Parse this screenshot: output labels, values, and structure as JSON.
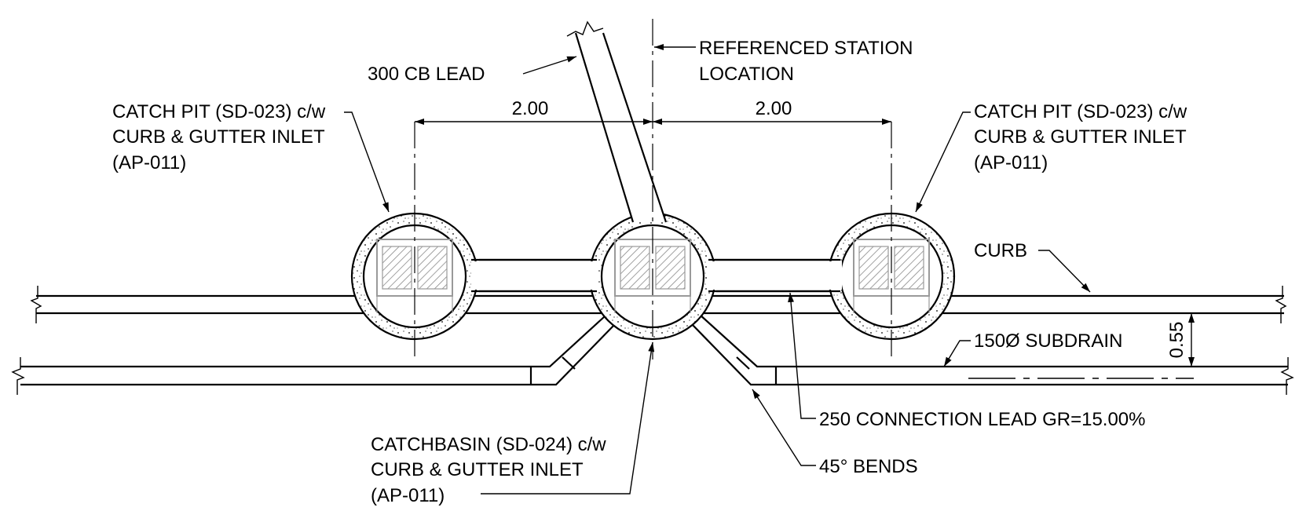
{
  "labels": {
    "cb_lead": "300 CB LEAD",
    "station_1": "REFERENCED STATION",
    "station_2": "LOCATION",
    "catch_pit_left": [
      "CATCH PIT (SD-023) c/w",
      "CURB & GUTTER INLET",
      "(AP-011)"
    ],
    "catch_pit_right": [
      "CATCH PIT (SD-023) c/w",
      "CURB & GUTTER INLET",
      "(AP-011)"
    ],
    "curb": "CURB",
    "subdrain": "150Ø SUBDRAIN",
    "catchbasin": [
      "CATCHBASIN (SD-024) c/w",
      "CURB & GUTTER INLET",
      "(AP-011)"
    ],
    "connection_lead": "250 CONNECTION LEAD GR=15.00%",
    "bends": "45° BENDS"
  },
  "dimensions": {
    "left_spacing": "2.00",
    "right_spacing": "2.00",
    "offset": "0.55"
  },
  "colors": {
    "linework": "#000000",
    "grate": "#9a9a9a",
    "background": "#ffffff"
  }
}
